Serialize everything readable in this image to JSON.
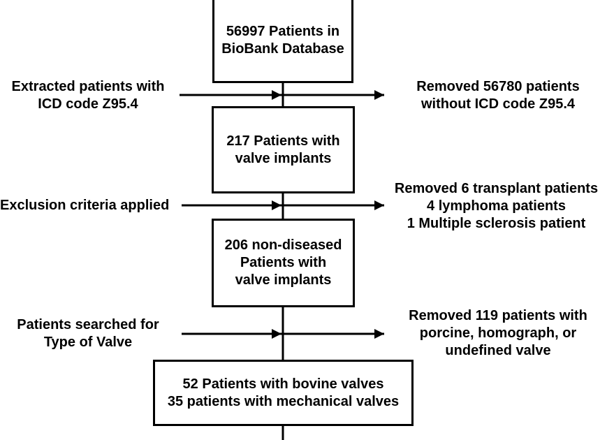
{
  "boxes": {
    "database": [
      "56997 Patients in",
      "BioBank Database"
    ],
    "valve_implants": [
      "217 Patients with",
      "valve implants"
    ],
    "non_diseased": [
      "206 non-diseased",
      "Patients with",
      "valve implants"
    ],
    "final": [
      "52 Patients with bovine valves",
      "35 patients with mechanical valves"
    ]
  },
  "steps": {
    "extracted": [
      "Extracted patients with",
      "ICD code Z95.4"
    ],
    "exclusion": [
      "Exclusion criteria applied"
    ],
    "searched": [
      "Patients searched for",
      "Type of Valve"
    ]
  },
  "removed": {
    "no_icd": [
      "Removed 56780 patients",
      "without ICD code Z95.4"
    ],
    "excluded": [
      "Removed 6 transplant patients",
      "4 lymphoma patients",
      "1 Multiple sclerosis patient"
    ],
    "valve_type": [
      "Removed 119 patients with",
      "porcine, homograph, or",
      "undefined valve"
    ]
  },
  "colors": {
    "line": "#000000",
    "background": "#ffffff"
  }
}
